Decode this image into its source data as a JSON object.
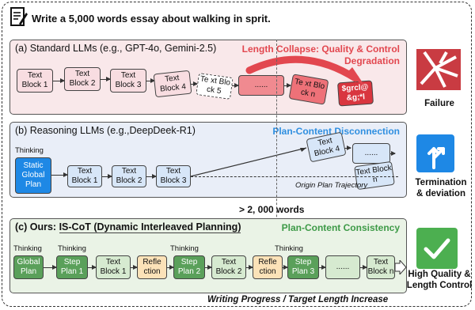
{
  "prompt": "Write a 5,000 words essay about walking in sprit.",
  "panel_a": {
    "title": "(a) Standard LLMs (e.g., GPT-4o, Gemini-2.5)",
    "tag_line1": "Length Collapse: Quality & Control",
    "tag_line2": "Degradation",
    "blocks": [
      "Text Block 1",
      "Text Block 2",
      "Text Block 3",
      "Text Block 4",
      "Te xt Blo ck 5",
      "......",
      "Te xt Blo ck n",
      "$grcl@ &g;*l"
    ],
    "side_label": "Failure"
  },
  "panel_b": {
    "title": "(b) Reasoning LLMs (e.g.,DeepDeek-R1)",
    "tag": "Plan-Content Disconnection",
    "thinking": "Thinking",
    "plan": "Static Global Plan",
    "blocks": [
      "Text Block 1",
      "Text Block 2",
      "Text Block 3",
      "Text Block 4",
      "......",
      "Text Block n"
    ],
    "trajectory": "Origin Plan Trajectory",
    "side_label_1": "Termination",
    "side_label_2": "& deviation"
  },
  "words": "> 2, 000 words",
  "panel_c": {
    "title_prefix": "(c) Ours:",
    "title_main": "IS-CoT (Dynamic Interleaved Planning)",
    "tag": "Plan-Content Consistency",
    "thinking": "Thinking",
    "blocks": [
      "Global Plan",
      "Step Plan 1",
      "Text Block 1",
      "Refle ction",
      "Step Plan 2",
      "Text Block 2",
      "Refle ction",
      "Step Plan 3",
      "......",
      "Text Block n"
    ],
    "side_label_1": "High Quality &",
    "side_label_2": "Length Control"
  },
  "footer": "Writing Progress / Target Length Increase",
  "colors": {
    "red": "#e2474f",
    "blue": "#2f8fe0",
    "green": "#3d9a47",
    "plan_blue": "#1e88e5",
    "plan_green": "#5aa05a",
    "reflection": "#fbe2b8"
  }
}
